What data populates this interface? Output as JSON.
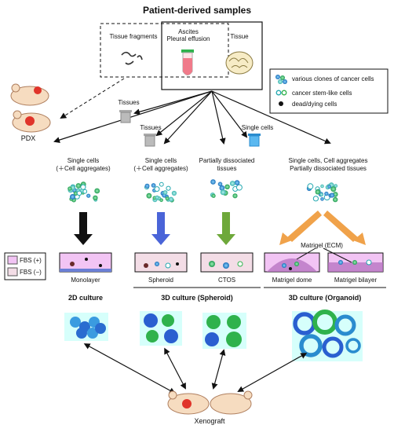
{
  "title": "Patient-derived samples",
  "sources": {
    "tissue_fragments": "Tissue fragments",
    "ascites_line1": "Ascites",
    "ascites_line2": "Pleural effusion",
    "tissue": "Tissue"
  },
  "legend": {
    "clones": "various clones of cancer cells",
    "stem": "cancer stem-like cells",
    "dead": "dead/dying cells"
  },
  "pdx_label": "PDX",
  "discard": {
    "tissues_1": "Tissues",
    "tissues_2": "Tissues",
    "single_cells": "Single cells"
  },
  "branches": {
    "b1_line1": "Single cells",
    "b1_line2": "(＋Cell aggregates)",
    "b2_line1": "Single cells",
    "b2_line2": "(＋Cell aggregates)",
    "b3_line1": "Partially dissociated",
    "b3_line2": "tissues",
    "b4_line1": "Single cells, Cell aggregates",
    "b4_line2": "Partially dissociated tissues"
  },
  "fbs": {
    "plus": "FBS (+)",
    "minus": "FBS (−)"
  },
  "matrigel_label": "Matrigel (ECM)",
  "culture_labels": {
    "monolayer": "Monolayer",
    "spheroid": "Spheroid",
    "ctos": "CTOS",
    "matrigel_dome": "Matrigel dome",
    "matrigel_bilayer": "Matrigel bilayer"
  },
  "categories": {
    "c2d": "2D culture",
    "c3d_spheroid": "3D culture (Spheroid)",
    "c3d_organoid": "3D culture (Organoid)"
  },
  "xenograft_label": "Xenograft",
  "colors": {
    "fbs_plus": "#f2c4f4",
    "fbs_minus": "#f3dde6",
    "clone_blue": "#2a8ccf",
    "clone_green": "#33b26a",
    "arrow_black": "#111111",
    "arrow_blue": "#4a64d8",
    "arrow_green": "#6ea83a",
    "arrow_orange": "#f0a24a",
    "tube_pink": "#f07a8a",
    "mouse_skin": "#f6dcc0",
    "tumor_red": "#e0342a"
  }
}
